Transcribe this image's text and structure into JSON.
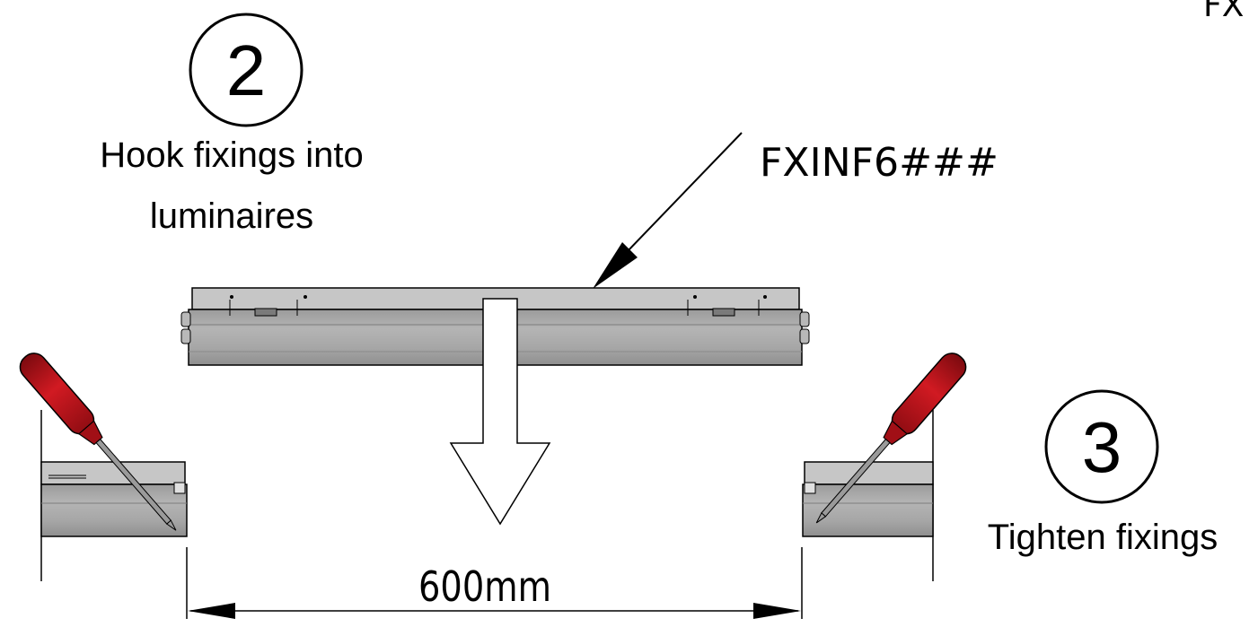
{
  "header_fragment": "FX",
  "step2": {
    "number": "2",
    "caption_line1": "Hook fixings into",
    "caption_line2": "luminaires"
  },
  "step3": {
    "number": "3",
    "caption": "Tighten fixings"
  },
  "part_code": "FXINF6###",
  "dimension": "600mm",
  "colors": {
    "stroke": "#000000",
    "luminaire_body": "#a8a8a8",
    "luminaire_top": "#c6c6c6",
    "screwdriver_handle": "#c0141b",
    "screwdriver_shaft": "#9a9a9a"
  },
  "icons": {
    "direction": "down-arrow-icon",
    "tool": "screwdriver-icon"
  }
}
